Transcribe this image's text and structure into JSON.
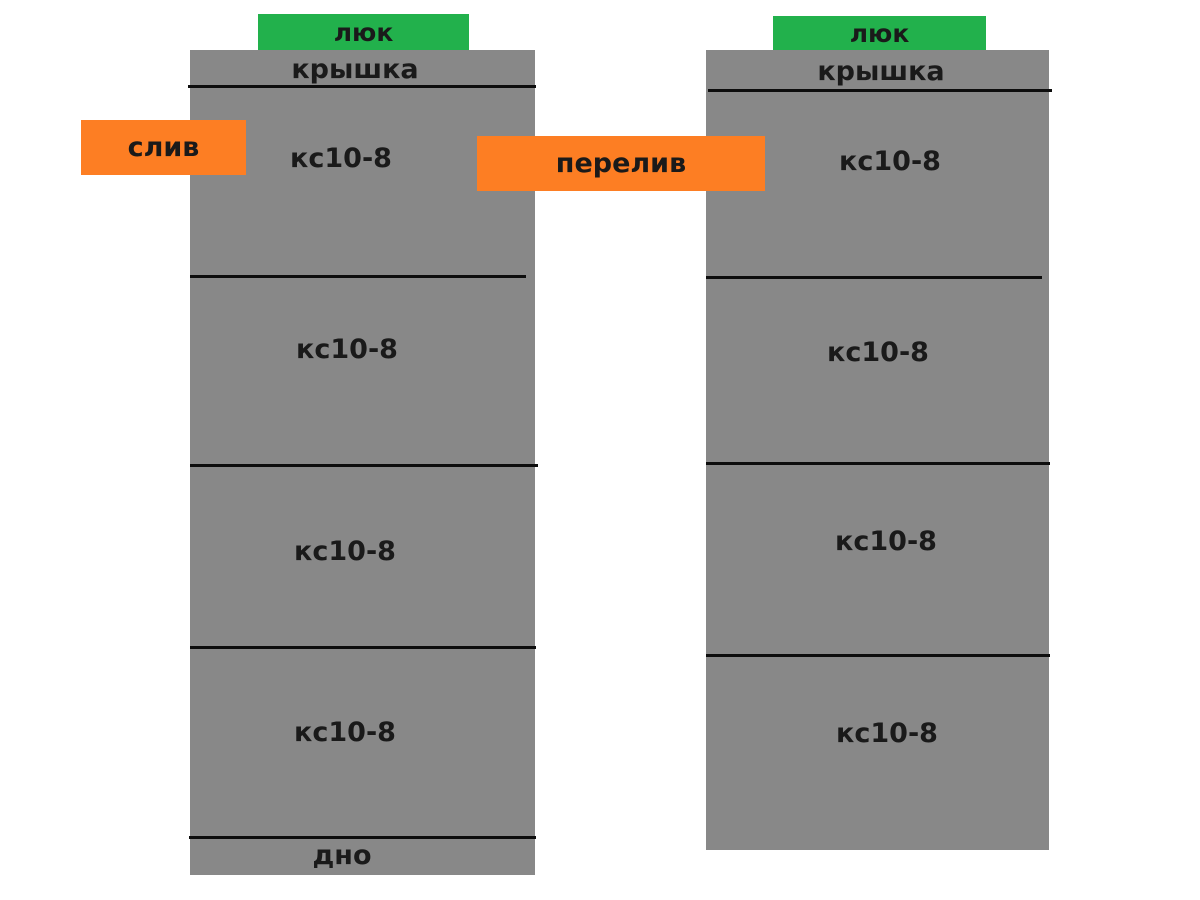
{
  "colors": {
    "well": "#888888",
    "hatch": "#22b14c",
    "pipe": "#fd7e23",
    "separator": "#0d0d0d",
    "text": "#1a1a1a"
  },
  "left_well": {
    "hatch": "люк",
    "cover": "крышка",
    "rings": [
      "кс10-8",
      "кс10-8",
      "кс10-8",
      "кс10-8"
    ],
    "bottom": "дно"
  },
  "right_well": {
    "hatch": "люк",
    "cover": "крышка",
    "rings": [
      "кс10-8",
      "кс10-8",
      "кс10-8",
      "кс10-8"
    ]
  },
  "pipes": {
    "drain": "слив",
    "overflow": "перелив"
  }
}
